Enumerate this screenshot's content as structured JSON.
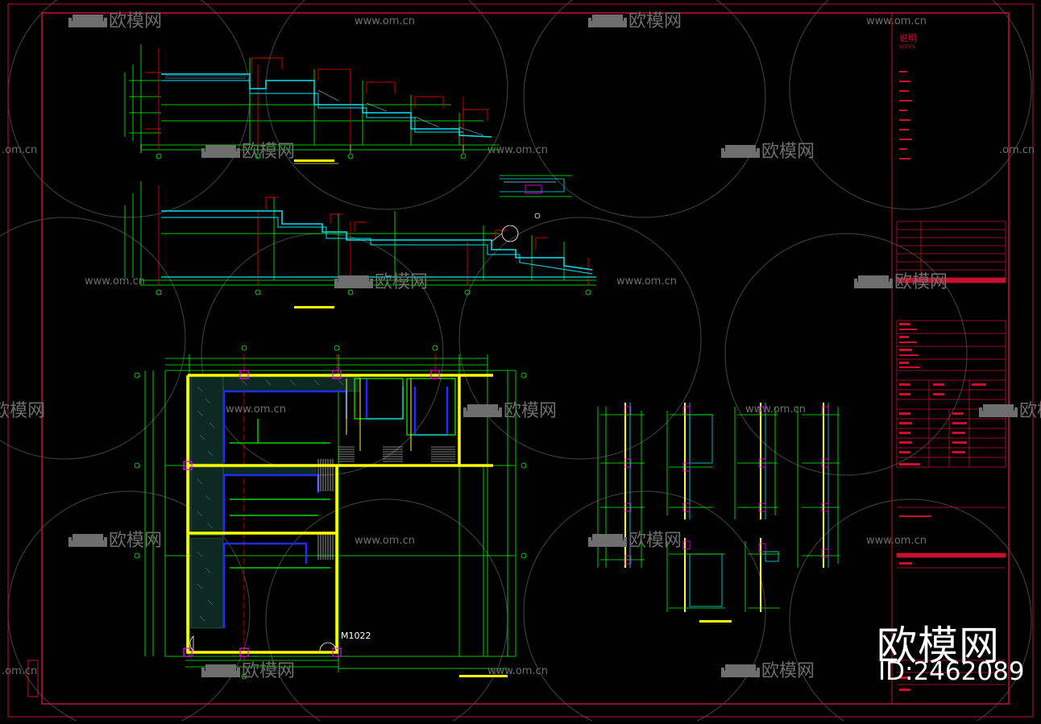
{
  "notes_title": "说明",
  "notes_subtitle": "NOTES",
  "door_label": "M1022",
  "watermark": {
    "brand": "欧模网",
    "url": "www.om.cn",
    "url_short": ".om.cn",
    "big_brand": "欧模网",
    "big_id": "ID:2462089"
  },
  "colors": {
    "frame": "#c8102e",
    "wall": "#ffff00",
    "dim": "#00ff00",
    "axis": "#ff0000",
    "blue": "#1f2bff",
    "cyan": "#00e5ee",
    "magenta": "#ff00ff",
    "white": "#ffffff"
  }
}
